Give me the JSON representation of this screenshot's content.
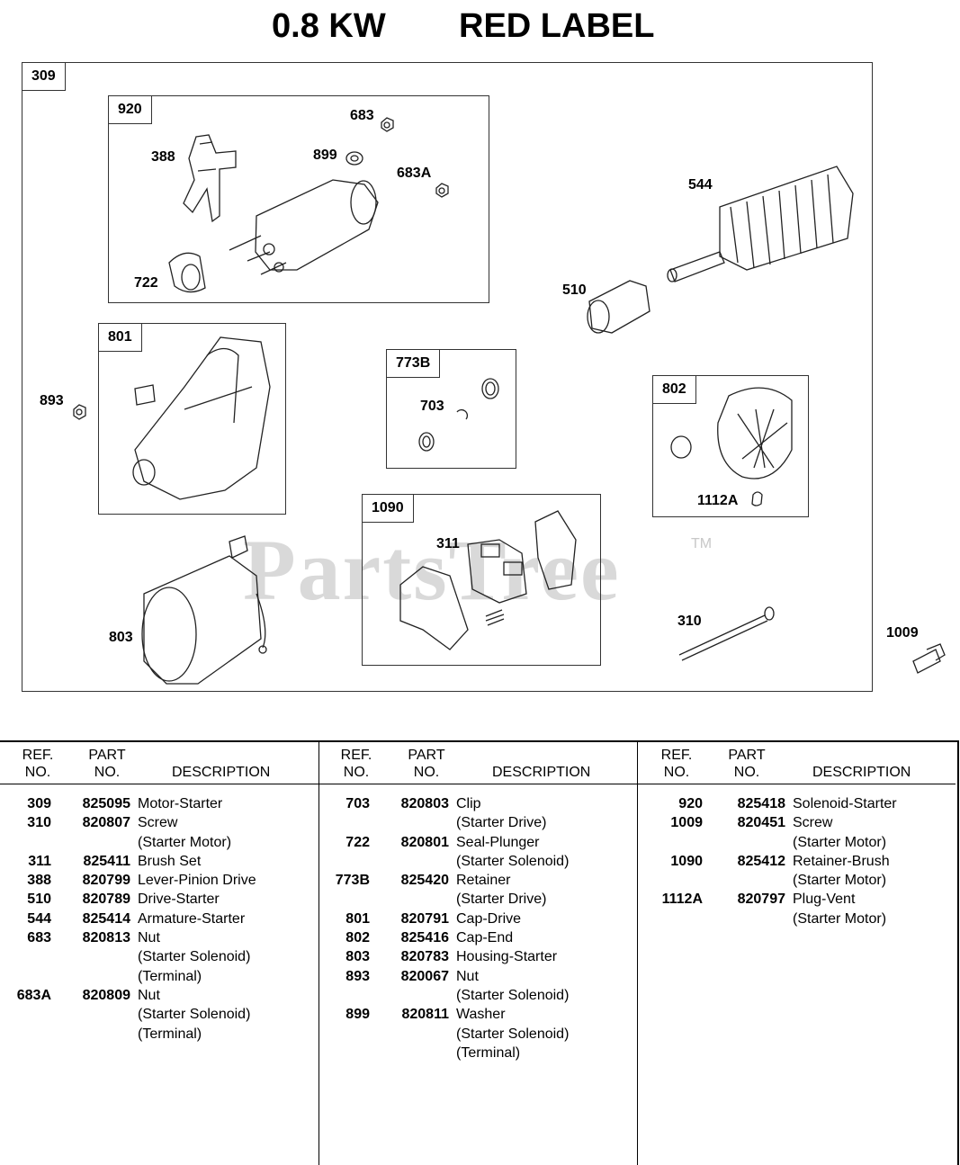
{
  "title": {
    "kw": "0.8 KW",
    "label": "RED LABEL"
  },
  "watermark": {
    "text": "PartsTree",
    "tm": "TM"
  },
  "diagram": {
    "groups": {
      "g309": "309",
      "g920": "920",
      "g801": "801",
      "g773b": "773B",
      "g802": "802",
      "g1090": "1090"
    },
    "callouts": {
      "c683": "683",
      "c388": "388",
      "c899": "899",
      "c683a": "683A",
      "c544": "544",
      "c722": "722",
      "c510": "510",
      "c893": "893",
      "c703": "703",
      "c1112a": "1112A",
      "c311": "311",
      "c310": "310",
      "c803": "803",
      "c1009": "1009"
    }
  },
  "table": {
    "headers": {
      "ref": [
        "REF.",
        "NO."
      ],
      "part": [
        "PART",
        "NO."
      ],
      "desc": "DESCRIPTION"
    },
    "columns": [
      [
        {
          "ref": "309",
          "part": "825095",
          "desc": "Motor-Starter"
        },
        {
          "ref": "310",
          "part": "820807",
          "desc": "Screw"
        },
        {
          "ref": "",
          "part": "",
          "desc": "(Starter Motor)"
        },
        {
          "ref": "311",
          "part": "825411",
          "desc": "Brush Set"
        },
        {
          "ref": "388",
          "part": "820799",
          "desc": "Lever-Pinion Drive"
        },
        {
          "ref": "510",
          "part": "820789",
          "desc": "Drive-Starter"
        },
        {
          "ref": "544",
          "part": "825414",
          "desc": "Armature-Starter"
        },
        {
          "ref": "683",
          "part": "820813",
          "desc": "Nut"
        },
        {
          "ref": "",
          "part": "",
          "desc": "(Starter Solenoid)"
        },
        {
          "ref": "",
          "part": "",
          "desc": "(Terminal)"
        },
        {
          "ref": "683A",
          "part": "820809",
          "desc": "Nut"
        },
        {
          "ref": "",
          "part": "",
          "desc": "(Starter Solenoid)"
        },
        {
          "ref": "",
          "part": "",
          "desc": "(Terminal)"
        }
      ],
      [
        {
          "ref": "703",
          "part": "820803",
          "desc": "Clip"
        },
        {
          "ref": "",
          "part": "",
          "desc": "(Starter Drive)"
        },
        {
          "ref": "722",
          "part": "820801",
          "desc": "Seal-Plunger"
        },
        {
          "ref": "",
          "part": "",
          "desc": "(Starter Solenoid)"
        },
        {
          "ref": "773B",
          "part": "825420",
          "desc": "Retainer"
        },
        {
          "ref": "",
          "part": "",
          "desc": "(Starter Drive)"
        },
        {
          "ref": "801",
          "part": "820791",
          "desc": "Cap-Drive"
        },
        {
          "ref": "802",
          "part": "825416",
          "desc": "Cap-End"
        },
        {
          "ref": "803",
          "part": "820783",
          "desc": "Housing-Starter"
        },
        {
          "ref": "893",
          "part": "820067",
          "desc": "Nut"
        },
        {
          "ref": "",
          "part": "",
          "desc": "(Starter Solenoid)"
        },
        {
          "ref": "899",
          "part": "820811",
          "desc": "Washer"
        },
        {
          "ref": "",
          "part": "",
          "desc": "(Starter Solenoid)"
        },
        {
          "ref": "",
          "part": "",
          "desc": "(Terminal)"
        }
      ],
      [
        {
          "ref": "920",
          "part": "825418",
          "desc": "Solenoid-Starter"
        },
        {
          "ref": "1009",
          "part": "820451",
          "desc": "Screw"
        },
        {
          "ref": "",
          "part": "",
          "desc": "(Starter Motor)"
        },
        {
          "ref": "1090",
          "part": "825412",
          "desc": "Retainer-Brush"
        },
        {
          "ref": "",
          "part": "",
          "desc": "(Starter Motor)"
        },
        {
          "ref": "1112A",
          "part": "820797",
          "desc": "Plug-Vent"
        },
        {
          "ref": "",
          "part": "",
          "desc": "(Starter Motor)"
        }
      ]
    ]
  }
}
